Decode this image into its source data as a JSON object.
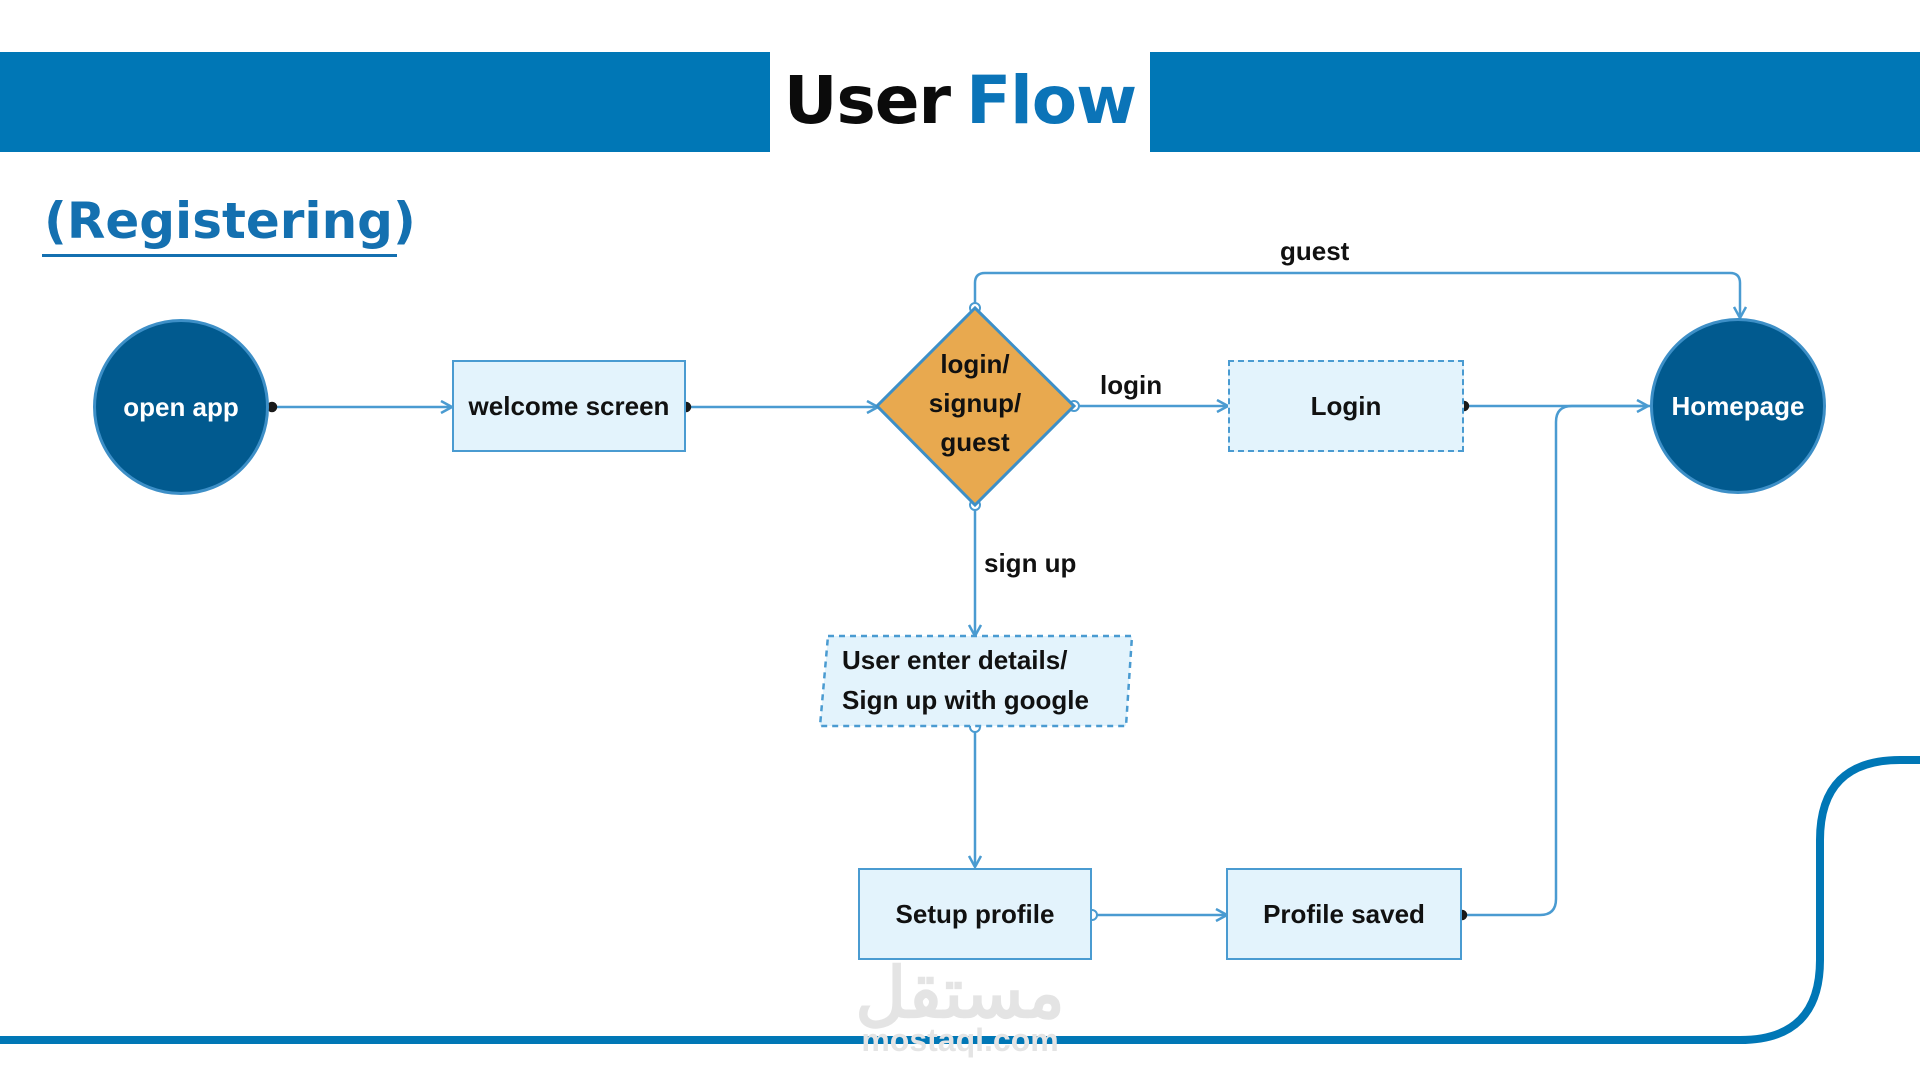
{
  "header": {
    "title_part1": "User",
    "title_part2": "Flow"
  },
  "subtitle": "(Registering)",
  "nodes": {
    "open_app": "open app",
    "welcome": "welcome screen",
    "decision": [
      "login/",
      "signup/",
      "guest"
    ],
    "login": "Login",
    "homepage": "Homepage",
    "user_details": [
      "User enter details/",
      "Sign up with google"
    ],
    "setup_profile": "Setup profile",
    "profile_saved": "Profile saved"
  },
  "edges": {
    "guest": "guest",
    "login": "login",
    "signup": "sign up"
  },
  "watermark": {
    "logo": "مستقل",
    "site": "mostaql.com"
  },
  "colors": {
    "brand_blue": "#0077b6",
    "dark_circle": "#015a8f",
    "box_fill": "#e3f3fc",
    "connector": "#4a9bd1",
    "decision_fill": "#e8a94f"
  }
}
